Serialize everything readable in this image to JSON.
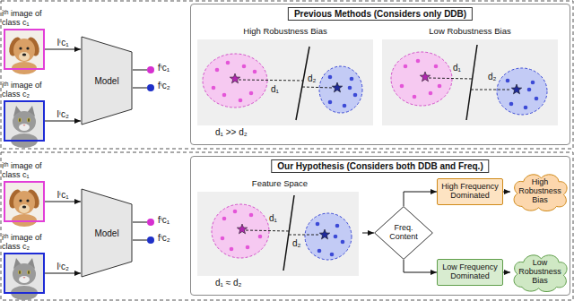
{
  "diagram": {
    "nodes": [
      {
        "text": [
          "iᵗʰ image of class c₁"
        ]
      },
      {
        "text": [
          "iᵗʰ image of class c₂"
        ]
      },
      {
        "text": [
          "Model"
        ]
      },
      {
        "text": [
          "fⁱc₁"
        ]
      },
      {
        "text": [
          "fⁱc₂"
        ]
      },
      {
        "text": [
          "Previous Methods (Considers only DDB)"
        ]
      },
      {
        "text": [
          "High Robustness Bias",
          "d₁",
          "d₂",
          "d₁ >> d₂"
        ],
        "in": 5
      },
      {
        "text": [
          "Low Robustness Bias",
          "d₁",
          "d₂"
        ],
        "in": 5
      },
      {
        "text": [
          "iᵗʰ image of class c₁"
        ]
      },
      {
        "text": [
          "iᵗʰ image of class c₂"
        ]
      },
      {
        "text": [
          "Model"
        ]
      },
      {
        "text": [
          "fⁱc₁"
        ]
      },
      {
        "text": [
          "fⁱc₂"
        ]
      },
      {
        "text": [
          "Our Hypothesis (Considers both DDB and Freq.)"
        ]
      },
      {
        "text": [
          "Feature Space",
          "d₁",
          "d₂",
          "d₁ ≈ d₂"
        ],
        "in": 13
      },
      {
        "text": [
          "Freq. Content"
        ],
        "in": 13
      },
      {
        "text": [
          "High Frequency Dominated"
        ],
        "in": 13
      },
      {
        "text": [
          "Low Frequency Dominated"
        ],
        "in": 13
      },
      {
        "text": [
          "High Robustness Bias"
        ],
        "in": 13
      },
      {
        "text": [
          "Low Robustness Bias"
        ],
        "in": 13
      }
    ],
    "edges": [
      {
        "from": 0,
        "to": 2,
        "label": "Iⁱc₁",
        "arrow": "to"
      },
      {
        "from": 1,
        "to": 2,
        "label": "Iⁱc₂",
        "arrow": "to"
      },
      {
        "from": 2,
        "to": 3,
        "arrow": "none"
      },
      {
        "from": 2,
        "to": 4,
        "arrow": "none"
      },
      {
        "from": 8,
        "to": 10,
        "label": "Iⁱc₁",
        "arrow": "to"
      },
      {
        "from": 9,
        "to": 10,
        "label": "Iⁱc₂",
        "arrow": "to"
      },
      {
        "from": 10,
        "to": 11,
        "arrow": "none"
      },
      {
        "from": 10,
        "to": 12,
        "arrow": "none"
      },
      {
        "from": 14,
        "to": 15,
        "arrow": "to"
      },
      {
        "from": 15,
        "to": 16,
        "arrow": "to"
      },
      {
        "from": 15,
        "to": 17,
        "arrow": "to"
      },
      {
        "from": 16,
        "to": 18,
        "arrow": "to"
      },
      {
        "from": 17,
        "to": 19,
        "arrow": "to"
      }
    ]
  }
}
